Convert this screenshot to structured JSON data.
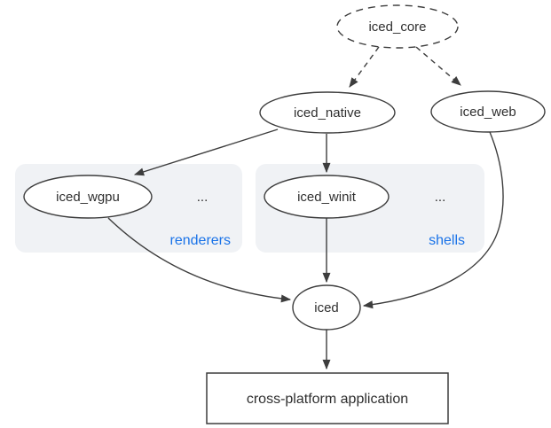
{
  "colors": {
    "accent-blue": "#1a73e8",
    "line": "#3d3d3d",
    "text": "#2f2f2f",
    "group-fill": "#f0f2f5"
  },
  "nodes": {
    "iced_core": {
      "label": "iced_core",
      "shape": "ellipse",
      "border": "dashed"
    },
    "iced_native": {
      "label": "iced_native",
      "shape": "ellipse",
      "border": "solid"
    },
    "iced_web": {
      "label": "iced_web",
      "shape": "ellipse",
      "border": "solid"
    },
    "iced_wgpu": {
      "label": "iced_wgpu",
      "shape": "ellipse",
      "border": "solid"
    },
    "iced_winit": {
      "label": "iced_winit",
      "shape": "ellipse",
      "border": "solid"
    },
    "iced": {
      "label": "iced",
      "shape": "ellipse",
      "border": "solid"
    },
    "app": {
      "label": "cross-platform application",
      "shape": "rect",
      "border": "solid"
    }
  },
  "groups": {
    "renderers": {
      "label": "renderers",
      "ellipsis": "..."
    },
    "shells": {
      "label": "shells",
      "ellipsis": "..."
    }
  },
  "edges": [
    {
      "from": "iced_core",
      "to": "iced_native",
      "style": "dashed"
    },
    {
      "from": "iced_core",
      "to": "iced_web",
      "style": "dashed"
    },
    {
      "from": "iced_native",
      "to": "iced_wgpu",
      "style": "solid"
    },
    {
      "from": "iced_native",
      "to": "iced_winit",
      "style": "solid"
    },
    {
      "from": "iced_wgpu",
      "to": "iced",
      "style": "solid"
    },
    {
      "from": "iced_winit",
      "to": "iced",
      "style": "solid"
    },
    {
      "from": "iced_web",
      "to": "iced",
      "style": "solid"
    },
    {
      "from": "iced",
      "to": "app",
      "style": "solid"
    }
  ]
}
